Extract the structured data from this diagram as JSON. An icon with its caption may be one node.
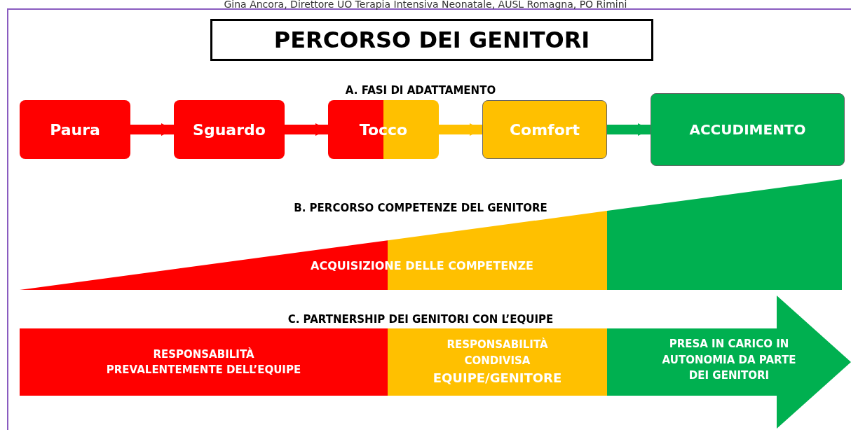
{
  "diagram": {
    "nodes": [
      {
        "text": [
          "PERCORSO DEI GENITORI"
        ]
      },
      {
        "text": [
          "Paura"
        ]
      },
      {
        "text": [
          "Sguardo"
        ]
      },
      {
        "text": [
          "Tocco"
        ]
      },
      {
        "text": [
          "Comfort"
        ]
      },
      {
        "text": [
          "ACCUDIMENTO"
        ]
      },
      {
        "text": [
          "ACQUISIZIONE DELLE COMPETENZE"
        ]
      },
      {
        "text": [
          "RESPONSABILITÀ PREVALENTEMENTE DELL’EQUIPE"
        ]
      },
      {
        "text": [
          "RESPONSABILITÀ CONDIVISA",
          "EQUIPE/GENITORE"
        ]
      },
      {
        "text": [
          "PRESA IN CARICO IN AUTONOMIA DA PARTE DEI GENITORI"
        ]
      }
    ],
    "edges": [
      {
        "from": 1,
        "to": 2,
        "arrow": "to"
      },
      {
        "from": 2,
        "to": 3,
        "arrow": "to"
      },
      {
        "from": 3,
        "to": 4,
        "arrow": "to",
        "color": "#ffc000"
      },
      {
        "from": 4,
        "to": 5,
        "arrow": "to",
        "color": "#00b050"
      }
    ],
    "labels": [
      "Gina Ancora, Direttore UO Terapia Intensiva Neonatale, AUSL Romagna, PO Rimini",
      "A.  FASI DI ADATTAMENTO",
      "B. PERCORSO COMPETENZE DEL GENITORE",
      "C. PARTNERSHIP DEI GENITORI CON L’EQUIPE"
    ]
  }
}
